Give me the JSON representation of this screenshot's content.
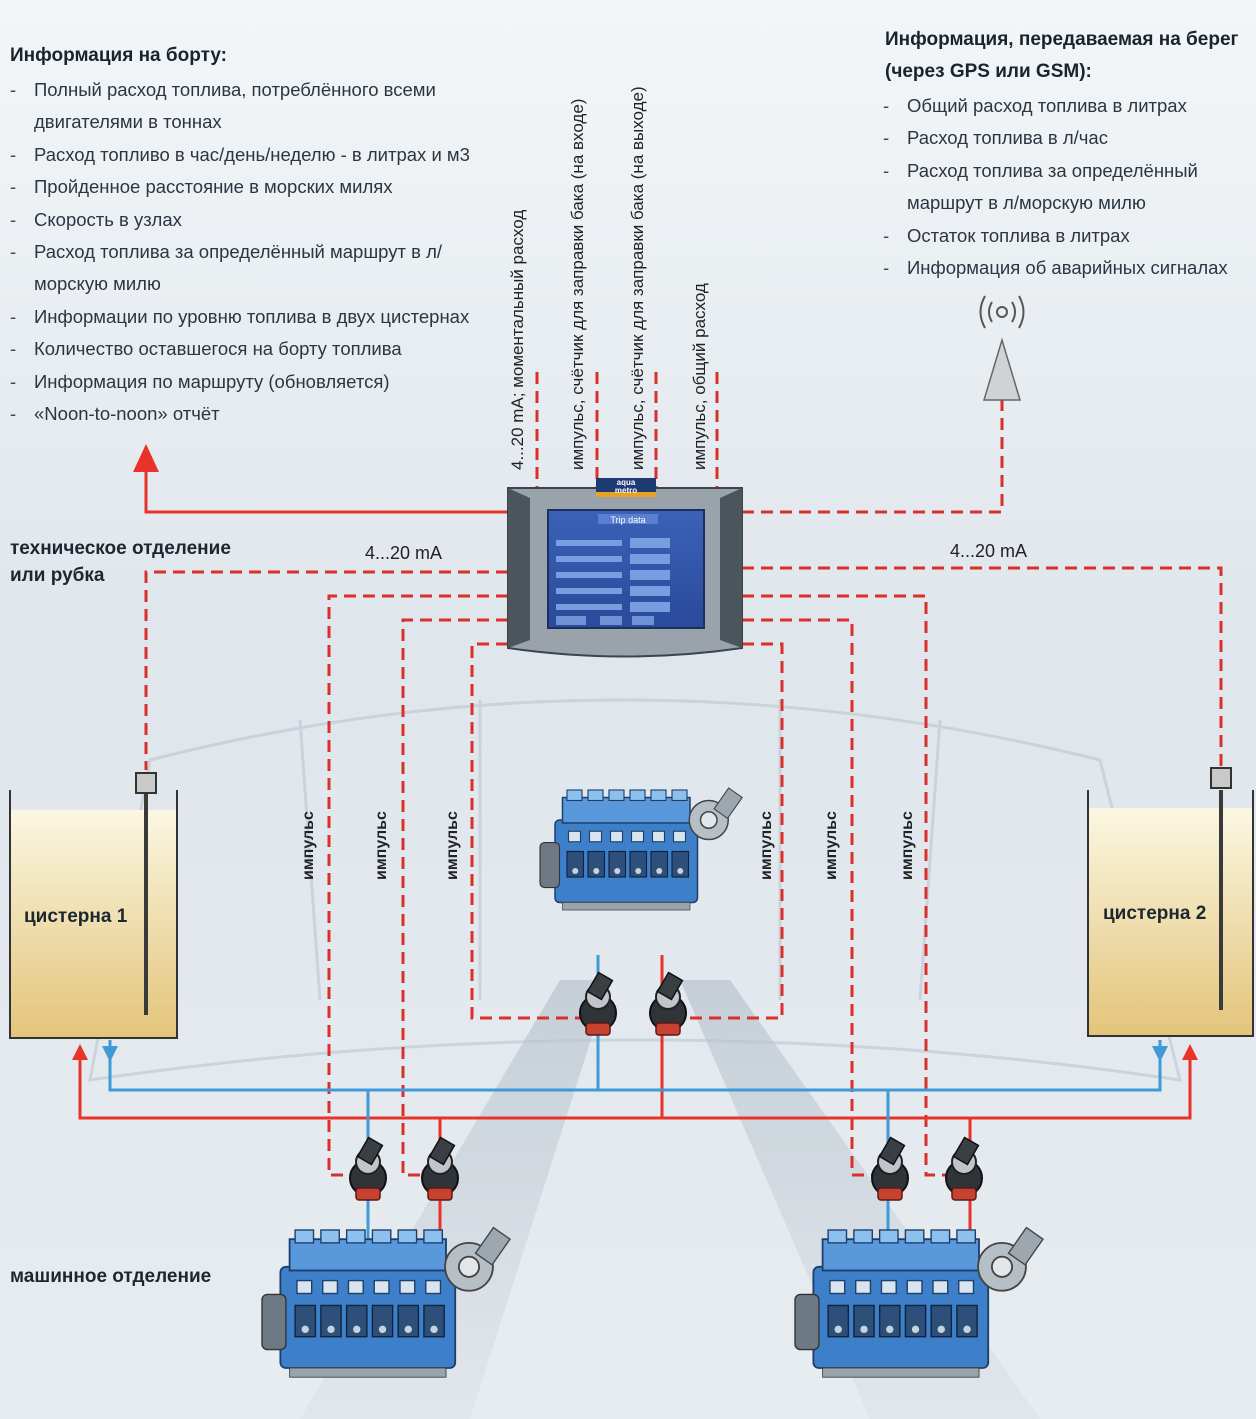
{
  "onboard": {
    "title": "Информация на борту:",
    "items": [
      "Полный расход топлива, потреблённого всеми двигателями в тоннах",
      "Расход топливо в час/день/неделю -  в литрах и м3",
      "Пройденное расстояние в морских милях",
      "Скорость в узлах",
      "Расход топлива за определённый маршрут в л/морскую милю",
      "Информации по уровню топлива в двух цистернах",
      "Количество оставшегося на борту топлива",
      "Информация по маршруту (обновляется)",
      "«Noon-to-noon» отчёт"
    ]
  },
  "shore": {
    "title_line1": "Информация, передаваемая на берег",
    "title_line2": "(через GPS или GSM):",
    "items": [
      "Общий расход топлива в литрах",
      "Расход топлива в л/час",
      "Расход топлива за определённый маршрут в л/морскую милю",
      "Остаток топлива в литрах",
      "Информация об аварийных сигналах"
    ]
  },
  "signals": {
    "s1": "4...20 mA; моментальный расход",
    "s2": "импульс, счётчик для заправки бака (на входе)",
    "s3": "импульс, счётчик для заправки бака (на выходе)",
    "s4": "импульс, общий расход",
    "ma_left": "4...20 mA",
    "ma_right": "4...20 mA",
    "pulse": "импульс"
  },
  "locations": {
    "control_room_line1": "техническое отделение",
    "control_room_line2": "или рубка",
    "engine_room": "машинное отделение"
  },
  "tanks": {
    "tank1": "цистерна 1",
    "tank2": "цистерна 2"
  },
  "monitor": {
    "brand_line1": "aqua",
    "brand_line2": "metro",
    "screen_title": "Trip data"
  },
  "colors": {
    "supply_line": "#e8322a",
    "return_line": "#3f9ad8",
    "signal_dash": "#d9302b",
    "fuel_fill": "#e9cf86",
    "engine_blue": "#3d7fc9"
  }
}
